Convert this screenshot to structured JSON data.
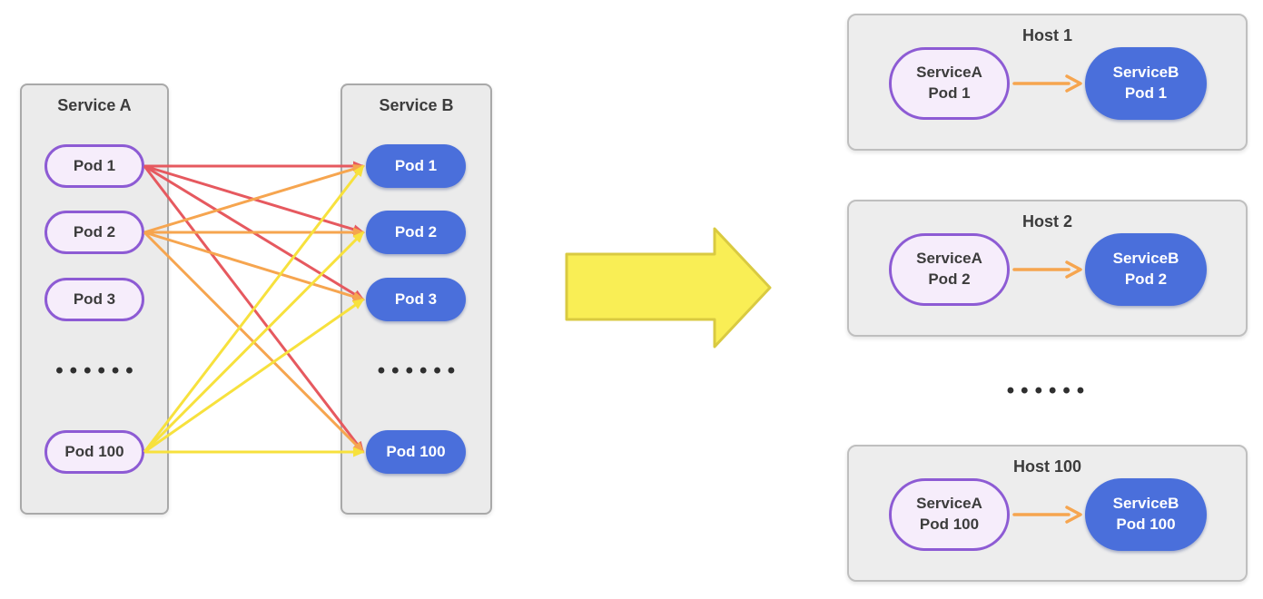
{
  "colors": {
    "red": "#e6595f",
    "orange": "#f6a54f",
    "yellow": "#f7e13d",
    "big_arrow_fill": "#f9ee55",
    "big_arrow_stroke": "#d9ca41",
    "purple_border": "#8d5bd4",
    "lavender_fill": "#f6edfb",
    "blue_fill": "#4a6fdb",
    "box_fill": "#ebebeb",
    "box_border": "#a9a9a9",
    "card_fill": "#ededed",
    "card_border": "#bfbfbf",
    "text_dark": "#3c3c3c",
    "dots_color": "#2f2f2f"
  },
  "left": {
    "service_a": {
      "title": "Service A",
      "pods": [
        "Pod 1",
        "Pod 2",
        "Pod 3",
        "Pod 100"
      ],
      "dots": "••••••"
    },
    "service_b": {
      "title": "Service B",
      "pods": [
        "Pod 1",
        "Pod 2",
        "Pod 3",
        "Pod 100"
      ],
      "dots": "••••••"
    }
  },
  "connections": {
    "edges": [
      {
        "from": "a-pod-1",
        "to": "b-pod-1",
        "color": "red"
      },
      {
        "from": "a-pod-1",
        "to": "b-pod-2",
        "color": "red"
      },
      {
        "from": "a-pod-1",
        "to": "b-pod-3",
        "color": "red"
      },
      {
        "from": "a-pod-1",
        "to": "b-pod-100",
        "color": "red"
      },
      {
        "from": "a-pod-2",
        "to": "b-pod-1",
        "color": "orange"
      },
      {
        "from": "a-pod-2",
        "to": "b-pod-2",
        "color": "orange"
      },
      {
        "from": "a-pod-2",
        "to": "b-pod-3",
        "color": "orange"
      },
      {
        "from": "a-pod-2",
        "to": "b-pod-100",
        "color": "orange"
      },
      {
        "from": "a-pod-100",
        "to": "b-pod-1",
        "color": "yellow"
      },
      {
        "from": "a-pod-100",
        "to": "b-pod-2",
        "color": "yellow"
      },
      {
        "from": "a-pod-100",
        "to": "b-pod-3",
        "color": "yellow"
      },
      {
        "from": "a-pod-100",
        "to": "b-pod-100",
        "color": "yellow"
      }
    ]
  },
  "hosts": {
    "dots": "••••••",
    "cards": [
      {
        "title": "Host 1",
        "a_line1": "ServiceA",
        "a_line2": "Pod 1",
        "b_line1": "ServiceB",
        "b_line2": "Pod 1"
      },
      {
        "title": "Host 2",
        "a_line1": "ServiceA",
        "a_line2": "Pod 2",
        "b_line1": "ServiceB",
        "b_line2": "Pod 2"
      },
      {
        "title": "Host 100",
        "a_line1": "ServiceA",
        "a_line2": "Pod 100",
        "b_line1": "ServiceB",
        "b_line2": "Pod 100"
      }
    ]
  }
}
